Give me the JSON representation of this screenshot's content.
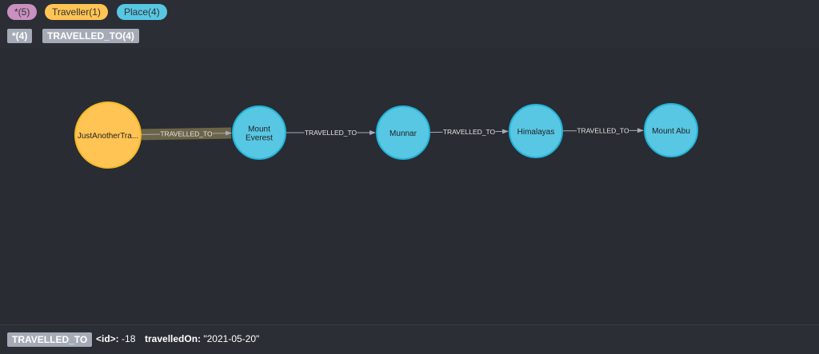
{
  "labels": {
    "all": {
      "text": "*(5)",
      "color": "#c990c0"
    },
    "traveller": {
      "name": "Traveller",
      "count": "(1)",
      "color": "#ffc454"
    },
    "place": {
      "name": "Place",
      "count": "(4)",
      "color": "#57c7e3"
    }
  },
  "relationship_types": {
    "all": "*(4)",
    "travelled_to": "TRAVELLED_TO(4)"
  },
  "graph": {
    "nodes": [
      {
        "id": "traveller",
        "lines": [
          "JustAnotherTra..."
        ],
        "color": "#ffc454",
        "stroke": "#f3ba25"
      },
      {
        "id": "everest",
        "lines": [
          "Mount",
          "Everest"
        ],
        "color": "#57c7e3",
        "stroke": "#23b3d7"
      },
      {
        "id": "munnar",
        "lines": [
          "Munnar"
        ],
        "color": "#57c7e3",
        "stroke": "#23b3d7"
      },
      {
        "id": "himalayas",
        "lines": [
          "Himalayas"
        ],
        "color": "#57c7e3",
        "stroke": "#23b3d7"
      },
      {
        "id": "abu",
        "lines": [
          "Mount Abu"
        ],
        "color": "#57c7e3",
        "stroke": "#23b3d7"
      }
    ],
    "relationships": [
      {
        "from": "traveller",
        "to": "everest",
        "label": "TRAVELLED_TO",
        "selected": true
      },
      {
        "from": "everest",
        "to": "munnar",
        "label": "TRAVELLED_TO",
        "selected": false
      },
      {
        "from": "munnar",
        "to": "himalayas",
        "label": "TRAVELLED_TO",
        "selected": false
      },
      {
        "from": "himalayas",
        "to": "abu",
        "label": "TRAVELLED_TO",
        "selected": false
      }
    ],
    "selection_color": "#6b6448"
  },
  "inspector": {
    "type": "TRAVELLED_TO",
    "id_key": "<id>:",
    "id_value": "-18",
    "prop_key": "travelledOn:",
    "prop_value": "\"2021-05-20\""
  }
}
